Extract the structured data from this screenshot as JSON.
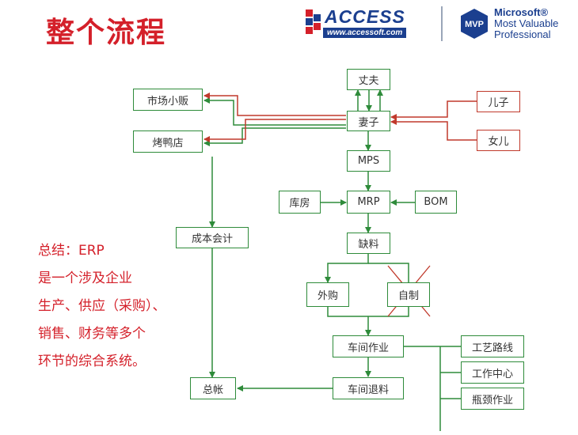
{
  "header": {
    "title": "整个流程",
    "access_logo": "ACCESS",
    "access_url": "www.accessoft.com",
    "mvp_badge": "MVP",
    "mvp_line1": "Microsoft®",
    "mvp_line2": "Most Valuable",
    "mvp_line3": "Professional"
  },
  "nodes": {
    "zhangfu": "丈夫",
    "qizi": "妻子",
    "erzi": "儿子",
    "nver": "女儿",
    "shichang": "市场小贩",
    "kaoyadian": "烤鸭店",
    "mps": "MPS",
    "kufang": "库房",
    "mrp": "MRP",
    "bom": "BOM",
    "chengben": "成本会计",
    "queliao": "缺料",
    "waigou": "外购",
    "zizhi": "自制",
    "chejian": "车间作业",
    "gongyi": "工艺路线",
    "gongzuo": "工作中心",
    "pingjing": "瓶颈作业",
    "zongzhang": "总帐",
    "tuiliao": "车间退料"
  },
  "summary": {
    "line1": "总结：ERP",
    "line2": "是一个涉及企业",
    "line3": "生产、供应（采购）、",
    "line4": "销售、财务等多个",
    "line5": "环节的综合系统。"
  },
  "colors": {
    "title": "#d4202a",
    "green": "#2e8b3a",
    "red": "#c0392b",
    "navy": "#1b3f8f"
  }
}
